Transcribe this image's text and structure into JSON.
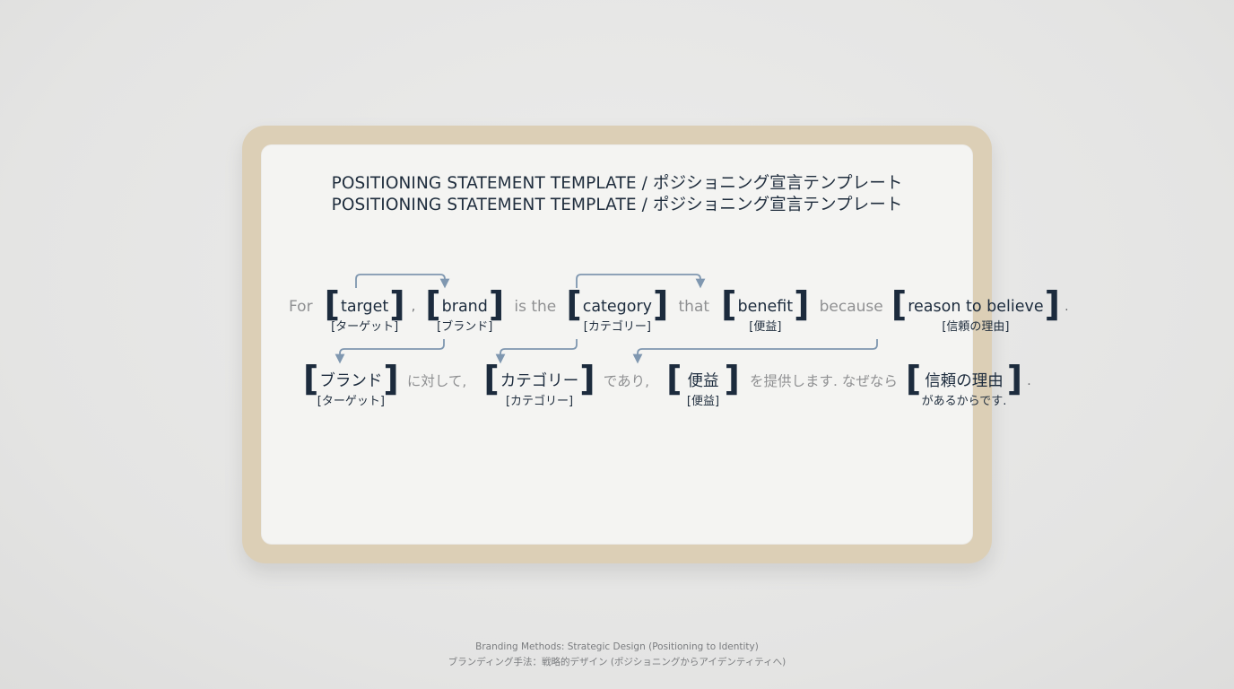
{
  "header": {
    "title_line1": "POSITIONING STATEMENT TEMPLATE / ポジショニング宣言テンプレート",
    "title_line2": "POSITIONING STATEMENT TEMPLATE / ポジショニング宣言テンプレート"
  },
  "english": {
    "for": "For",
    "comma": ",",
    "is_the": "is the",
    "that": "that",
    "because": "because",
    "period": ".",
    "target": "target",
    "target_sub": "[ターゲット]",
    "brand": "brand",
    "brand_sub": "[ブランド]",
    "category": "category",
    "category_sub": "[カテゴリー]",
    "benefit": "benefit",
    "benefit_sub": "[便益]",
    "reason": "reason to believe",
    "reason_sub": "[信頼の理由]"
  },
  "japanese": {
    "brand": "ブランド",
    "brand_sub": "[ターゲット]",
    "ni_taishite": "に対して,",
    "category": "カテゴリー",
    "category_sub": "[カテゴリー]",
    "de_ari": "であり,",
    "benefit": "便益",
    "benefit_sub": "[便益]",
    "teikyou": "を提供します. なぜなら",
    "reason": "信頼の理由",
    "reason_sub": "があるからです.",
    "period": "."
  },
  "footer": {
    "line1": "Branding Methods: Strategic Design (Positioning to Identity)",
    "line2": "ブランディング手法：戦略的デザイン (ポジショニングからアイデンティティへ)"
  },
  "colors": {
    "bracket": "#1c2b3d",
    "connector_text": "#8f9092",
    "arrow": "#7f97b0",
    "frame": "#dccfb6",
    "card": "#f4f4f2"
  }
}
